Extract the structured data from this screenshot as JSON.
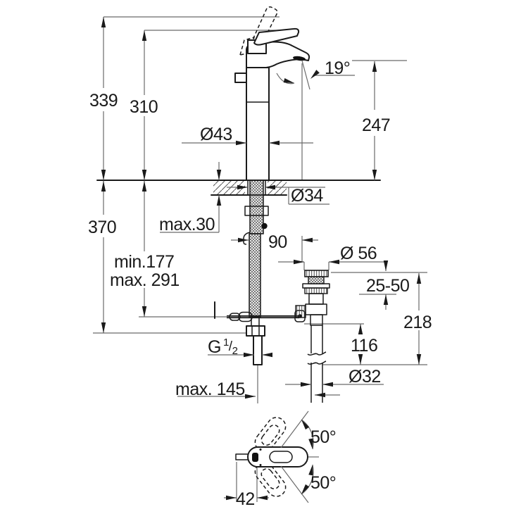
{
  "drawing": {
    "type": "faucet-installation-dimension-drawing",
    "background_color": "#ffffff",
    "line_color": "#1a1a1a",
    "dimensions": {
      "height_total": "339",
      "height_to_handle": "310",
      "spout_angle": "19°",
      "spout_outlet_height": "247",
      "body_diameter": "Ø43",
      "mounting_hole_diameter": "Ø34",
      "deck_thickness": "max.30",
      "below_deck_depth": "370",
      "hose_min": "min.177",
      "hose_max": "max. 291",
      "outlet_offset": "90",
      "waste_flange_diameter": "Ø 56",
      "waste_adjust_range": "25-50",
      "waste_total_height": "218",
      "waste_pipe_height": "116",
      "thread_letter": "G",
      "thread_numerator": "1",
      "thread_slash": "/",
      "thread_denominator": "2",
      "drain_pipe_diameter": "Ø32",
      "hose_reach": "max. 145",
      "swivel_angle_up": "50°",
      "swivel_angle_down": "50°",
      "handle_overhang": "42"
    }
  }
}
